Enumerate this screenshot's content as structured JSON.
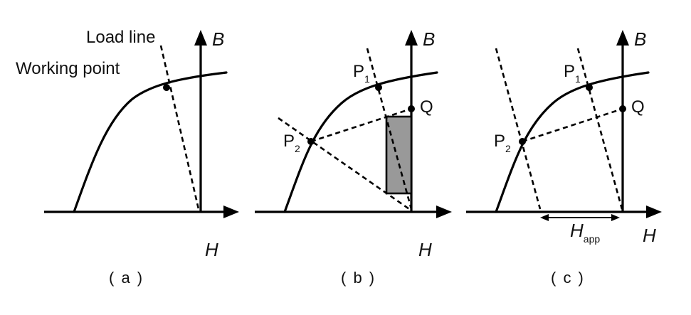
{
  "panel_a": {
    "caption": "( a )",
    "load_line_label": "Load line",
    "working_point_label": "Working point",
    "b_axis_label": "B",
    "h_axis_label": "H"
  },
  "panel_b": {
    "caption": "( b )",
    "b_axis_label": "B",
    "h_axis_label": "H",
    "p1_main": "P",
    "p1_sub": "1",
    "p2_main": "P",
    "p2_sub": "2",
    "q_label": "Q",
    "rect_fill": "#999999"
  },
  "panel_c": {
    "caption": "( c )",
    "b_axis_label": "B",
    "h_axis_label": "H",
    "p1_main": "P",
    "p1_sub": "1",
    "p2_main": "P",
    "p2_sub": "2",
    "q_label": "Q",
    "happ_main": "H",
    "happ_sub": "app"
  }
}
